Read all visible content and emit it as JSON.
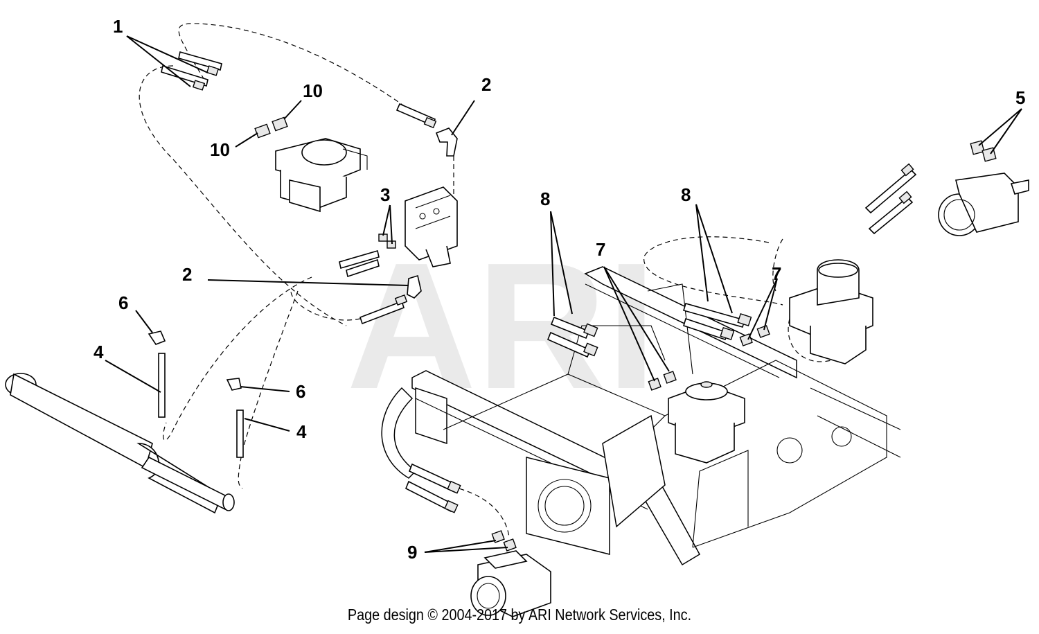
{
  "watermark": "ARI",
  "footer": "Page design © 2004-2017 by ARI Network Services, Inc.",
  "callouts": {
    "c1": "1",
    "c2a": "2",
    "c2b": "2",
    "c3": "3",
    "c4a": "4",
    "c4b": "4",
    "c5": "5",
    "c6a": "6",
    "c6b": "6",
    "c7a": "7",
    "c7b": "7",
    "c8a": "8",
    "c8b": "8",
    "c9": "9",
    "c10a": "10",
    "c10b": "10"
  }
}
